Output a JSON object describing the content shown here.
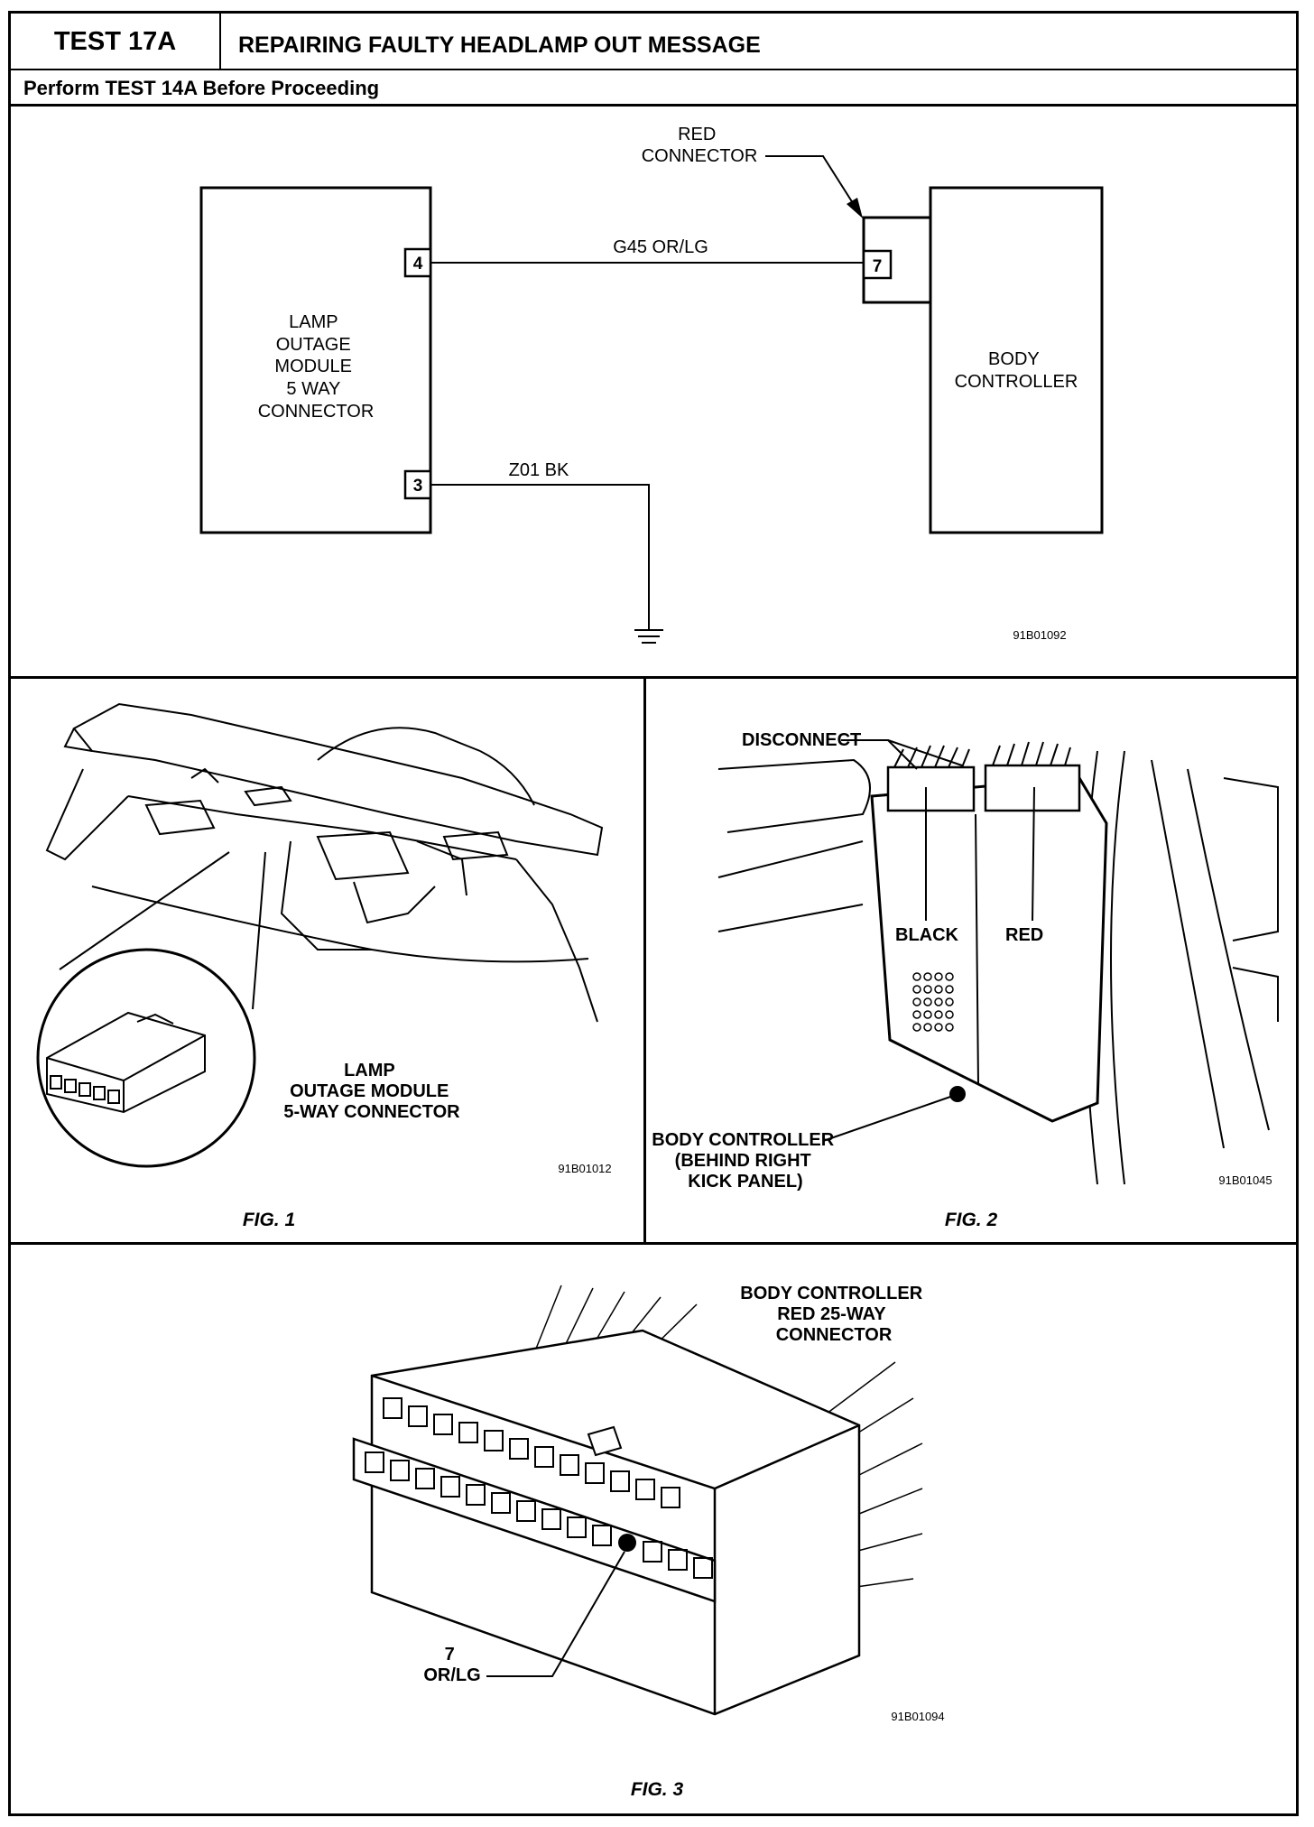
{
  "header": {
    "test_id": "TEST 17A",
    "title": "REPAIRING FAULTY HEADLAMP OUT MESSAGE",
    "prerequisite": "Perform TEST 14A Before Proceeding"
  },
  "schematic": {
    "module_box_lines": [
      "LAMP",
      "OUTAGE",
      "MODULE",
      "5 WAY",
      "CONNECTOR"
    ],
    "controller_box_lines": [
      "BODY",
      "CONTROLLER"
    ],
    "pin_4": "4",
    "pin_3": "3",
    "pin_7": "7",
    "wire_1": "G45  OR/LG",
    "wire_2": "Z01  BK",
    "connector_label_lines": [
      "RED",
      "CONNECTOR"
    ],
    "figure_id": "91B01092"
  },
  "fig1": {
    "callout_lines": [
      "LAMP",
      "OUTAGE MODULE",
      "5-WAY CONNECTOR"
    ],
    "figure_id": "91B01012",
    "caption": "FIG. 1"
  },
  "fig2": {
    "disconnect": "DISCONNECT",
    "black": "BLACK",
    "red": "RED",
    "controller_lines": [
      "BODY CONTROLLER",
      "(BEHIND RIGHT",
      "KICK PANEL)"
    ],
    "figure_id": "91B01045",
    "caption": "FIG. 2"
  },
  "fig3": {
    "title_lines": [
      "BODY CONTROLLER",
      "RED 25-WAY",
      "CONNECTOR"
    ],
    "pin_number": "7",
    "pin_wire": "OR/LG",
    "figure_id": "91B01094",
    "caption": "FIG. 3"
  }
}
